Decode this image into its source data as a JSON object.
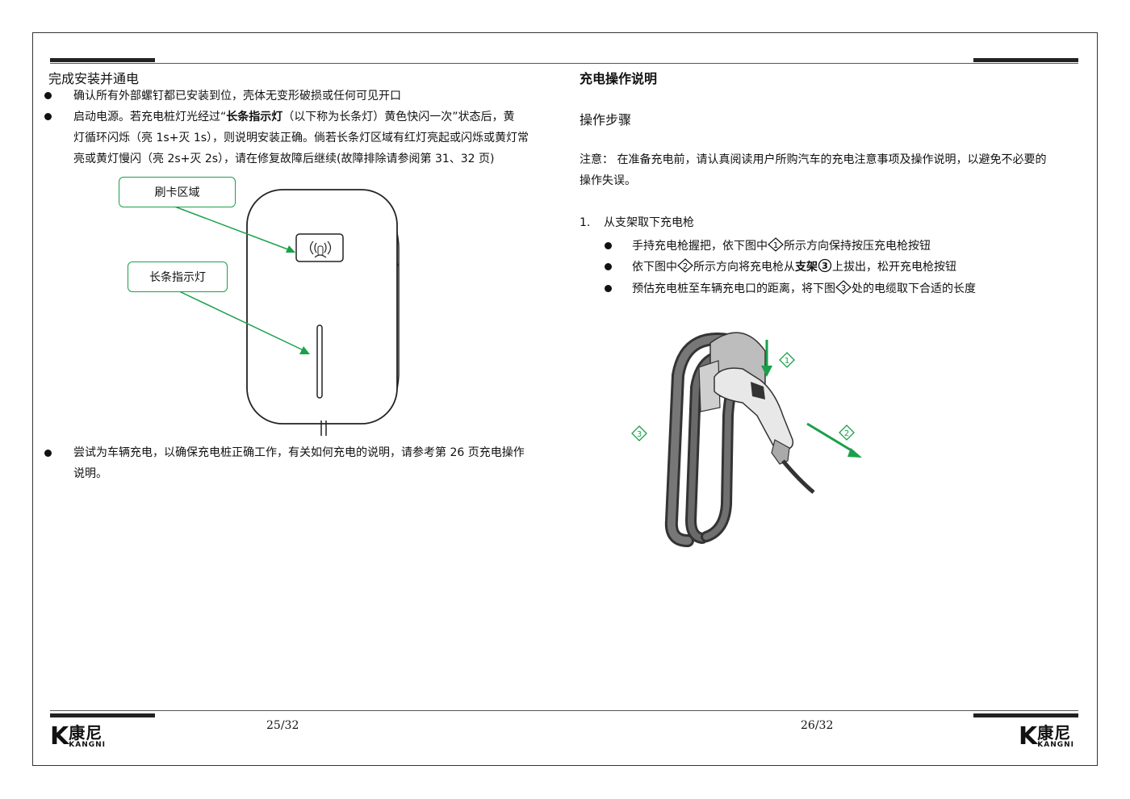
{
  "left_page": {
    "heading": "完成安装并通电",
    "bullet1": "确认所有外部螺钉都已安装到位，壳体无变形破损或任何可见开口",
    "bullet2_prefix": "启动电源。若充电桩灯光经过“",
    "bullet2_bold": "长条指示灯",
    "bullet2_suffix": "（以下称为长条灯）黄色快闪一次”状态后，黄",
    "bullet2_line2": "灯循环闪烁（亮 1s+灭 1s），则说明安装正确。倘若长条灯区域有红灯亮起或闪烁或黄灯常",
    "bullet2_line3": "亮或黄灯慢闪（亮 2s+灭 2s），请在修复故障后继续(故障排除请参阅第 31、32 页)",
    "callout_card": "刷卡区域",
    "callout_light": "长条指示灯",
    "bullet3_line1": "尝试为车辆充电，以确保充电桩正确工作，有关如何充电的说明，请参考第 26 页充电操作",
    "bullet3_line2": "说明。",
    "page_number": "25/32"
  },
  "right_page": {
    "heading": "充电操作说明",
    "subheading": "操作步骤",
    "note_line1": "注意：  在准备充电前，请认真阅读用户所购汽车的充电注意事项及操作说明，以避免不必要的",
    "note_line2": "操作失误。",
    "step1_number": "1.",
    "step1_title": "从支架取下充电枪",
    "sub1_prefix": "手持充电枪握把，依下图中",
    "sub1_marker": "1",
    "sub1_suffix": "所示方向保持按压充电枪按钮",
    "sub2_prefix": "依下图中",
    "sub2_marker": "2",
    "sub2_mid": "所示方向将充电枪从",
    "sub2_bold": "支架",
    "sub2_circle": "3",
    "sub2_suffix": "上拔出，松开充电枪按钮",
    "sub3_prefix": "预估充电桩至车辆充电口的距离，将下图",
    "sub3_marker": "3",
    "sub3_suffix": "处的电缆取下合适的长度",
    "fig_marker1": "1",
    "fig_marker2": "2",
    "fig_marker3": "3",
    "page_number": "26/32"
  },
  "brand": {
    "logo_mark": "K",
    "logo_cn": "康尼",
    "logo_en": "KANGNI"
  },
  "colors": {
    "accent_green": "#1aa04a",
    "text": "#111111"
  }
}
